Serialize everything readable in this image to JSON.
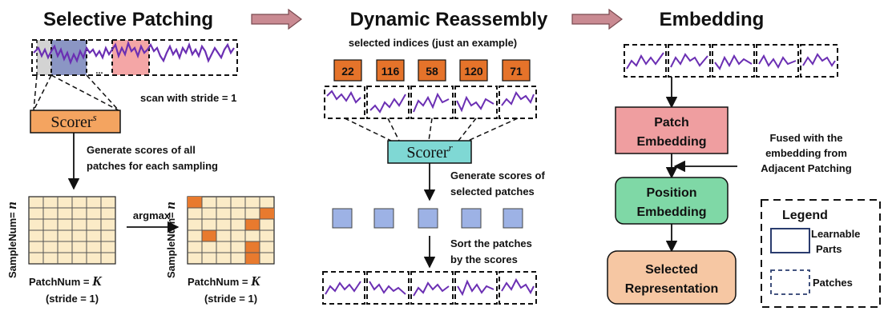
{
  "sections": {
    "selective_title": "Selective Patching",
    "dynamic_title": "Dynamic Reassembly",
    "embedding_title": "Embedding"
  },
  "selective": {
    "ellipsis": "...",
    "scan_label": "scan with stride = 1",
    "scorer_base": "Scorer",
    "scorer_sup": "s",
    "gen_scores_line1": "Generate scores of all",
    "gen_scores_line2": "patches for each sampling",
    "argmax_label": "argmax",
    "sample_axis_text": "SampleNum= ",
    "sample_axis_var": "n",
    "patch_axis_text": "PatchNum = ",
    "patch_axis_var": "K",
    "stride_label": "(stride = 1)"
  },
  "dynamic": {
    "indices_caption": "selected indices (just an example)",
    "indices": [
      "22",
      "116",
      "58",
      "120",
      "71"
    ],
    "scorer_base": "Scorer",
    "scorer_sup": "r",
    "gen_selected_line1": "Generate scores of",
    "gen_selected_line2": "selected patches",
    "sort_line1": "Sort the patches",
    "sort_line2": "by the scores"
  },
  "embedding": {
    "patch_embedding_line1": "Patch",
    "patch_embedding_line2": "Embedding",
    "position_embedding_line1": "Position",
    "position_embedding_line2": "Embedding",
    "selected_repr_line1": "Selected",
    "selected_repr_line2": "Representation",
    "fused_line1": "Fused with the",
    "fused_line2": "embedding from",
    "fused_line3": "Adjacent Patching"
  },
  "legend": {
    "title": "Legend",
    "learnable_line1": "Learnable",
    "learnable_line2": "Parts",
    "patches_label": "Patches"
  },
  "colors": {
    "scorer_s_fill": "#f4a460",
    "scorer_r_fill": "#7fd8d4",
    "index_fill": "#e5732a",
    "highlight_gray": "#d3d3d3",
    "highlight_blue": "#8b96c4",
    "highlight_pink": "#f4a6a6",
    "patch_embedding_fill": "#ef9ea0",
    "position_embedding_fill": "#7fd8a6",
    "selected_repr_fill": "#f6c7a3",
    "grid_cell_fill": "#fbebc7",
    "grid_mark_fill": "#e87a2e",
    "square_fill": "#9db2e5",
    "series_line": "#6b2fb3",
    "arrow_fill": "#c98a92"
  }
}
